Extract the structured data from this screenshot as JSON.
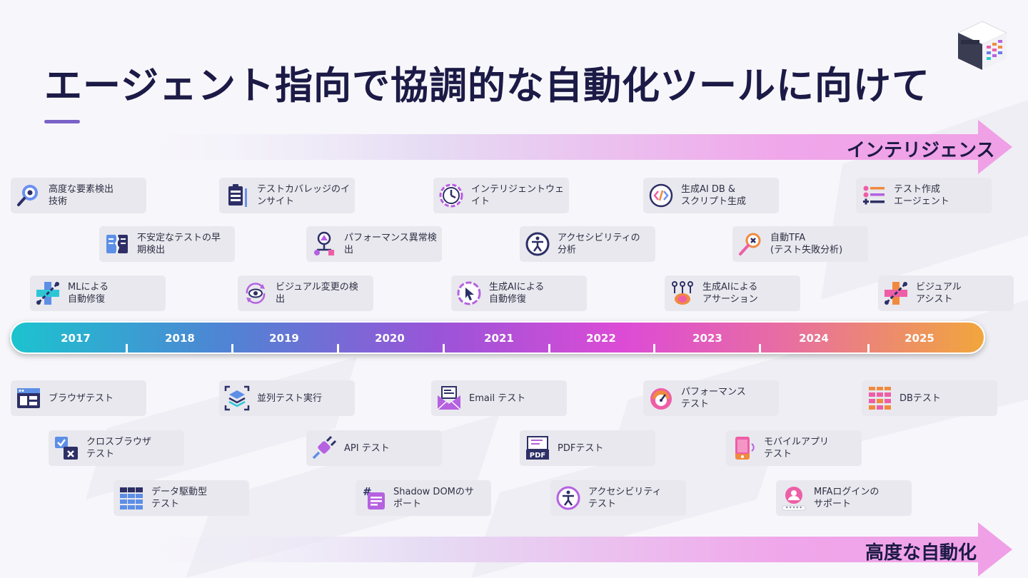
{
  "title": "エージェント指向で協調的な自動化ツールに向けて",
  "top_arrow_label": "インテリジェンス",
  "bottom_arrow_label": "高度な自動化",
  "years": [
    "2017",
    "2018",
    "2019",
    "2020",
    "2021",
    "2022",
    "2023",
    "2024",
    "2025"
  ],
  "intelligence_cards": [
    {
      "label": "高度な要素検出\n技術",
      "icon": "magnifier-eye-icon"
    },
    {
      "label": "テストカバレッジのイ\nンサイト",
      "icon": "clipboard-bars-icon"
    },
    {
      "label": "インテリジェントウェ\nイト",
      "icon": "clock-icon"
    },
    {
      "label": "生成AI DB &\nスクリプト生成",
      "icon": "code-brackets-icon"
    },
    {
      "label": "テスト作成\nエージェント",
      "icon": "task-list-icon"
    },
    {
      "label": "不安定なテストの早\n期検出",
      "icon": "broken-pages-icon"
    },
    {
      "label": "パフォーマンス異常検\n出",
      "icon": "performance-nodes-icon"
    },
    {
      "label": "アクセシビリティの\n分析",
      "icon": "accessibility-icon"
    },
    {
      "label": "自動TFA\n(テスト失敗分析)",
      "icon": "failure-magnifier-icon"
    },
    {
      "label": "MLによる\n自動修復",
      "icon": "ml-heal-icon"
    },
    {
      "label": "ビジュアル変更の検\n出",
      "icon": "eye-refresh-icon"
    },
    {
      "label": "生成AIによる\n自動修復",
      "icon": "cursor-circle-icon"
    },
    {
      "label": "生成AIによる\nアサーション",
      "icon": "brain-nodes-icon"
    },
    {
      "label": "ビジュアル\nアシスト",
      "icon": "visual-assist-icon"
    }
  ],
  "automation_cards": [
    {
      "label": "ブラウザテスト",
      "icon": "browser-window-icon"
    },
    {
      "label": "並列テスト実行",
      "icon": "layers-icon"
    },
    {
      "label": "Email テスト",
      "icon": "email-icon"
    },
    {
      "label": "パフォーマンス\nテスト",
      "icon": "gauge-icon"
    },
    {
      "label": "DBテスト",
      "icon": "grid-blocks-icon"
    },
    {
      "label": "クロスブラウザ\nテスト",
      "icon": "cross-browser-icon"
    },
    {
      "label": "API テスト",
      "icon": "plug-icon"
    },
    {
      "label": "PDFテスト",
      "icon": "pdf-icon"
    },
    {
      "label": "モバイルアプリ\nテスト",
      "icon": "mobile-phone-icon"
    },
    {
      "label": "データ駆動型\nテスト",
      "icon": "data-grid-icon"
    },
    {
      "label": "Shadow DOMのサ\nポート",
      "icon": "hashtag-document-icon"
    },
    {
      "label": "アクセシビリティ\nテスト",
      "icon": "accessibility-icon"
    },
    {
      "label": "MFAログインの\nサポート",
      "icon": "user-password-icon"
    }
  ],
  "colors": {
    "title": "#1c1a46",
    "accent": "#7b62c8",
    "arrow_pink": "#f0a6ea"
  }
}
